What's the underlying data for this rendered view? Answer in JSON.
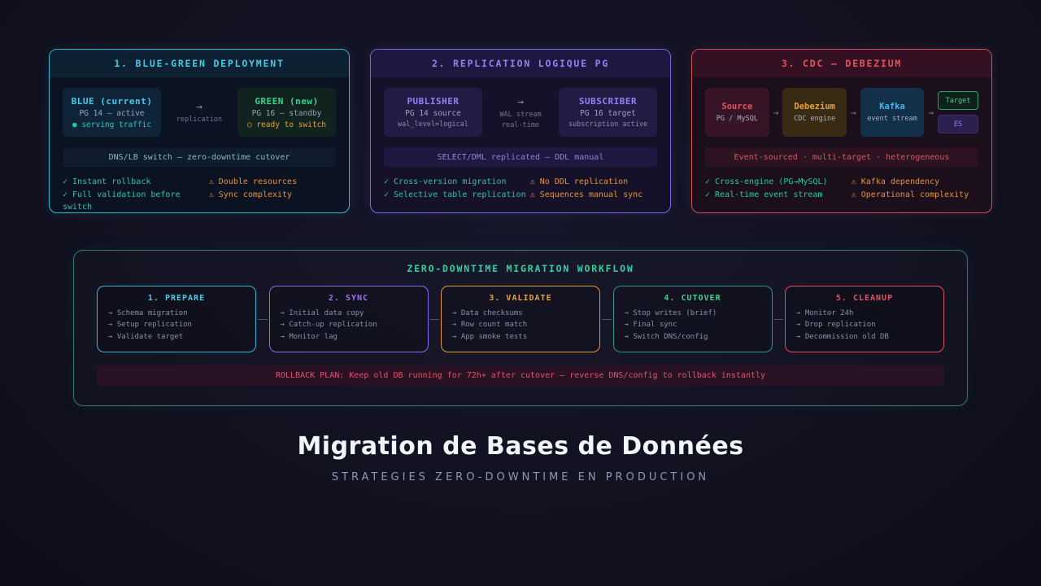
{
  "colors": {
    "background": "#121220",
    "cyan_accent": "#49c9e8",
    "purple_accent": "#9183f2",
    "red_accent": "#e25560",
    "green_accent": "#3fd08f",
    "orange_accent": "#e8a23a",
    "teal_pros": "#2ec4a8",
    "orange_cons": "#e8923a",
    "workflow_title": "#35d0a0"
  },
  "strategies": [
    {
      "header": "1. BLUE-GREEN DEPLOYMENT",
      "left": {
        "title": "BLUE (current)",
        "subtitle": "PG 14 — active",
        "status": "● serving traffic"
      },
      "arrow": {
        "glyph": "→",
        "label1": "replication",
        "label2": ""
      },
      "right": {
        "title": "GREEN (new)",
        "subtitle": "PG 16 — standby",
        "status": "○ ready to switch"
      },
      "band": "DNS/LB switch — zero-downtime cutover",
      "pros": [
        "✓ Instant rollback",
        "✓ Full validation before switch"
      ],
      "cons": [
        "⚠ Double resources",
        "⚠ Sync complexity"
      ]
    },
    {
      "header": "2. REPLICATION LOGIQUE PG",
      "left": {
        "title": "PUBLISHER",
        "subtitle": "PG 14 source",
        "status": "wal_level=logical"
      },
      "arrow": {
        "glyph": "→",
        "label1": "WAL stream",
        "label2": "real-time"
      },
      "right": {
        "title": "SUBSCRIBER",
        "subtitle": "PG 16 target",
        "status": "subscription active"
      },
      "band": "SELECT/DML replicated — DDL manual",
      "pros": [
        "✓ Cross-version migration",
        "✓ Selective table replication"
      ],
      "cons": [
        "⚠ No DDL replication",
        "⚠ Sequences manual sync"
      ]
    },
    {
      "header": "3. CDC — DEBEZIUM",
      "flow": {
        "arrow": "→",
        "source": {
          "title": "Source",
          "subtitle": "PG / MySQL"
        },
        "debezium": {
          "title": "Debezium",
          "subtitle": "CDC engine"
        },
        "kafka": {
          "title": "Kafka",
          "subtitle": "event stream"
        },
        "targets": [
          "Target",
          "ES"
        ]
      },
      "band": "Event-sourced · multi-target · heterogeneous",
      "pros": [
        "✓ Cross-engine (PG→MySQL)",
        "✓ Real-time event stream"
      ],
      "cons": [
        "⚠ Kafka dependency",
        "⚠ Operational complexity"
      ]
    }
  ],
  "workflow": {
    "title": "ZERO-DOWNTIME MIGRATION WORKFLOW",
    "steps": [
      {
        "title": "1. PREPARE",
        "items": [
          "→ Schema migration",
          "→ Setup replication",
          "→ Validate target"
        ]
      },
      {
        "title": "2. SYNC",
        "items": [
          "→ Initial data copy",
          "→ Catch-up replication",
          "→ Monitor lag"
        ]
      },
      {
        "title": "3. VALIDATE",
        "items": [
          "→ Data checksums",
          "→ Row count match",
          "→ App smoke tests"
        ]
      },
      {
        "title": "4. CUTOVER",
        "items": [
          "→ Stop writes (brief)",
          "→ Final sync",
          "→ Switch DNS/config"
        ]
      },
      {
        "title": "5. CLEANUP",
        "items": [
          "→ Monitor 24h",
          "→ Drop replication",
          "→ Decommission old DB"
        ]
      }
    ],
    "rollback": "ROLLBACK PLAN: Keep old DB running for 72h+ after cutover — reverse DNS/config to rollback instantly"
  },
  "footer": {
    "title": "Migration de Bases de Données",
    "subtitle": "STRATEGIES ZERO-DOWNTIME EN PRODUCTION"
  }
}
